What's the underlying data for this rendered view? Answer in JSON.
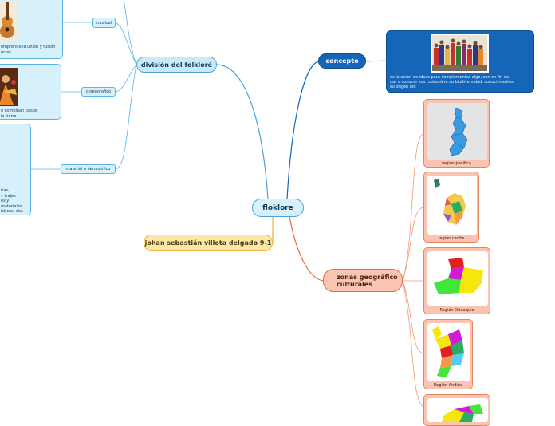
{
  "center": {
    "label": "floklore"
  },
  "author": {
    "label": "johan sebastián villota delgado 9-1"
  },
  "division": {
    "label": "división del folkloré",
    "branches": [
      {
        "label": "musical",
        "description_lines": [
          "omprende la unión y fusión",
          "ncias"
        ]
      },
      {
        "label": "coreografico",
        "description_lines": [
          "e combinan pasos",
          "la tierra"
        ]
      },
      {
        "label": "material o demosófico",
        "description_lines": [
          "rias,",
          "y trajes",
          "es y",
          "materiales",
          "ísticas, etc."
        ]
      }
    ]
  },
  "concepto": {
    "label": "concepto",
    "text_lines": [
      "es la union de ideas para complementar algo, con en fin de",
      "dar a conocer sus costumbre su biodiversidad, conocimientos,",
      "su origen etc"
    ]
  },
  "zonas": {
    "label_lines": [
      "zonas geográfico",
      "culturales"
    ],
    "regions": [
      {
        "label": "región pacifica"
      },
      {
        "label": "región caribe"
      },
      {
        "label": "Región Orinoquia"
      },
      {
        "label": "Región Andina"
      },
      {
        "label": ""
      }
    ]
  },
  "colors": {
    "blue_branch": "#4aa3d8",
    "concept_blue": "#1566b8",
    "orange_branch": "#e0703f",
    "yellow_branch": "#e8b53a",
    "region_fill": "#fbc3b1"
  }
}
